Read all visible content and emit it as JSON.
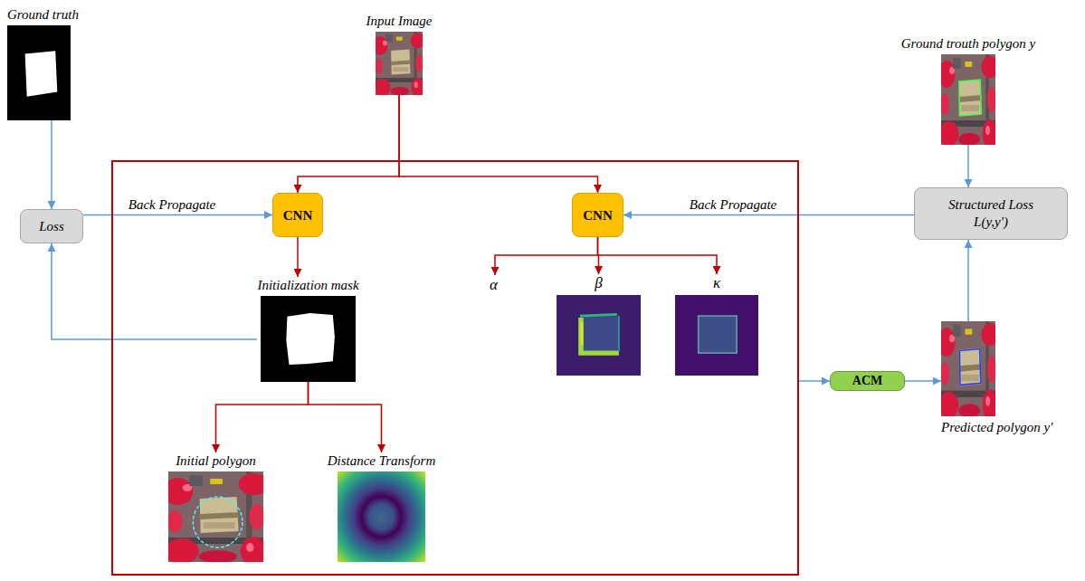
{
  "diagram": {
    "nodes": [
      {
        "text": [
          "Ground truth"
        ]
      },
      {
        "text": [
          "Input Image"
        ]
      },
      {
        "text": [
          "Ground trouth polygon y"
        ]
      },
      {
        "text": [
          "Loss"
        ]
      },
      {
        "text": []
      },
      {
        "text": [
          "CNN"
        ],
        "in": 4
      },
      {
        "text": [
          "CNN"
        ],
        "in": 4
      },
      {
        "text": [
          "Structured Loss L(y,y')"
        ]
      },
      {
        "text": [
          "Initialization mask"
        ],
        "in": 4
      },
      {
        "text": [
          "β"
        ],
        "in": 4
      },
      {
        "text": [
          "κ"
        ],
        "in": 4
      },
      {
        "text": [
          "ACM"
        ]
      },
      {
        "text": [
          "Predicted polygon y'"
        ]
      },
      {
        "text": [
          "Initial polygon"
        ],
        "in": 4
      },
      {
        "text": [
          "Distance Transform"
        ],
        "in": 4
      }
    ],
    "edges": [
      {
        "from": 0,
        "to": 3,
        "arrow": "to"
      },
      {
        "from": 3,
        "to": 5,
        "label": "Back Propagate",
        "arrow": "to"
      },
      {
        "from": 1,
        "to": 5,
        "arrow": "to"
      },
      {
        "from": 1,
        "to": 6,
        "arrow": "to"
      },
      {
        "from": 5,
        "to": 8,
        "arrow": "to"
      },
      {
        "from": 8,
        "to": 3,
        "arrow": "to"
      },
      {
        "from": 8,
        "to": 13,
        "arrow": "to"
      },
      {
        "from": 8,
        "to": 14,
        "arrow": "to"
      },
      {
        "from": 6,
        "to": 9,
        "arrow": "to"
      },
      {
        "from": 6,
        "to": 10,
        "arrow": "to"
      },
      {
        "from": 4,
        "to": 11,
        "arrow": "to"
      },
      {
        "from": 11,
        "to": 12,
        "arrow": "to"
      },
      {
        "from": 12,
        "to": 7,
        "arrow": "to"
      },
      {
        "from": 2,
        "to": 7,
        "arrow": "to"
      },
      {
        "from": 7,
        "to": 6,
        "label": "Back Propagate",
        "arrow": "to"
      }
    ],
    "labels": [
      "α"
    ]
  }
}
